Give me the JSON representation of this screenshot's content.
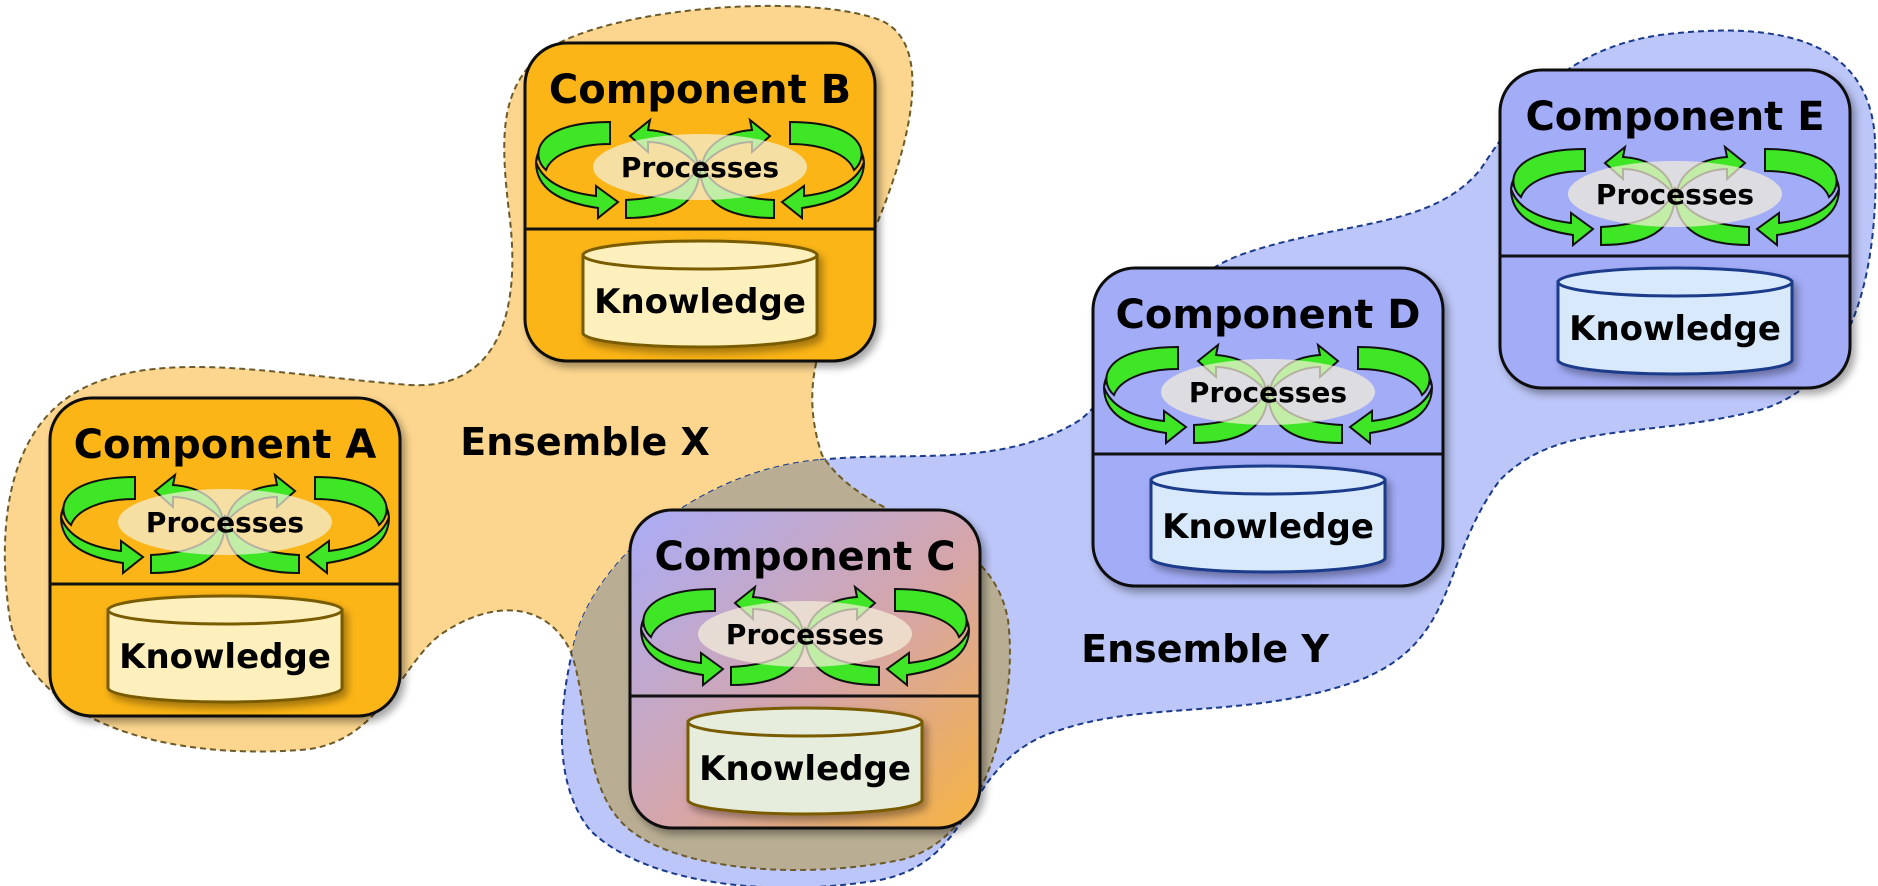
{
  "ensembles": [
    {
      "id": "x",
      "label": "Ensemble X",
      "fill": "#fcd68e",
      "stroke": "#6b5a2a"
    },
    {
      "id": "y",
      "label": "Ensemble Y",
      "fill": "#bcc6f8",
      "stroke": "#1a3a8a"
    }
  ],
  "overlap_fill": "#b9ae94",
  "components": [
    {
      "id": "a",
      "title": "Component A",
      "processes": "Processes",
      "knowledge": "Knowledge",
      "membership": [
        "Ensemble X"
      ],
      "fill": "#fbb519",
      "db_fill": "#fdf0bc",
      "db_stroke": "#7a5c00"
    },
    {
      "id": "b",
      "title": "Component B",
      "processes": "Processes",
      "knowledge": "Knowledge",
      "membership": [
        "Ensemble X"
      ],
      "fill": "#fbb519",
      "db_fill": "#fdf0bc",
      "db_stroke": "#7a5c00"
    },
    {
      "id": "c",
      "title": "Component C",
      "processes": "Processes",
      "knowledge": "Knowledge",
      "membership": [
        "Ensemble X",
        "Ensemble Y"
      ],
      "fill": "#d9a8a0",
      "db_fill": "#e6eddc",
      "db_stroke": "#7a5c00"
    },
    {
      "id": "d",
      "title": "Component D",
      "processes": "Processes",
      "knowledge": "Knowledge",
      "membership": [
        "Ensemble Y"
      ],
      "fill": "#a3acf7",
      "db_fill": "#d7e9fb",
      "db_stroke": "#1a3a8a"
    },
    {
      "id": "e",
      "title": "Component E",
      "processes": "Processes",
      "knowledge": "Knowledge",
      "membership": [
        "Ensemble Y"
      ],
      "fill": "#a3acf7",
      "db_fill": "#d7e9fb",
      "db_stroke": "#1a3a8a"
    }
  ],
  "arrow_color": "#3ee626"
}
